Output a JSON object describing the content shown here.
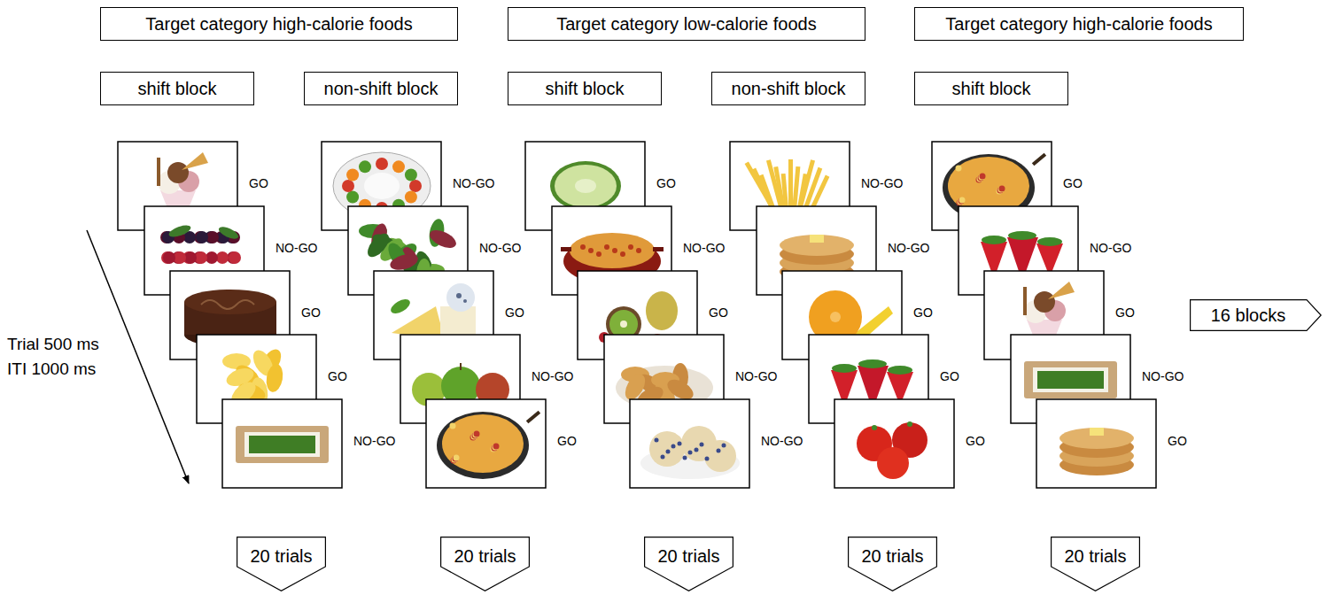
{
  "diagram": {
    "nodes": [
      {
        "text": [
          "Target category high-calorie  foods"
        ]
      },
      {
        "text": [
          "Target category low-calorie foods"
        ]
      },
      {
        "text": [
          "Target category high-calorie  foods"
        ]
      },
      {
        "text": [
          "shift block"
        ]
      },
      {
        "text": [
          "non-shift block"
        ]
      },
      {
        "text": [
          "shift block"
        ]
      },
      {
        "text": [
          "non-shift block"
        ]
      },
      {
        "text": [
          "shift block"
        ]
      },
      {
        "text": [
          "16 blocks"
        ]
      },
      {
        "text": [
          "20 trials"
        ]
      },
      {
        "text": [
          "20 trials"
        ]
      },
      {
        "text": [
          "20 trials"
        ]
      },
      {
        "text": [
          "20 trials"
        ]
      },
      {
        "text": [
          "20 trials"
        ]
      }
    ],
    "labels": [
      "Trial 500 ms",
      "ITI 1000 ms",
      "GO",
      "NO-GO",
      "GO",
      "GO",
      "NO-GO",
      "NO-GO",
      "NO-GO",
      "GO",
      "NO-GO",
      "GO",
      "GO",
      "NO-GO",
      "GO",
      "NO-GO",
      "NO-GO",
      "NO-GO",
      "NO-GO",
      "GO",
      "GO",
      "GO",
      "GO",
      "NO-GO",
      "GO",
      "NO-GO",
      "GO"
    ]
  }
}
